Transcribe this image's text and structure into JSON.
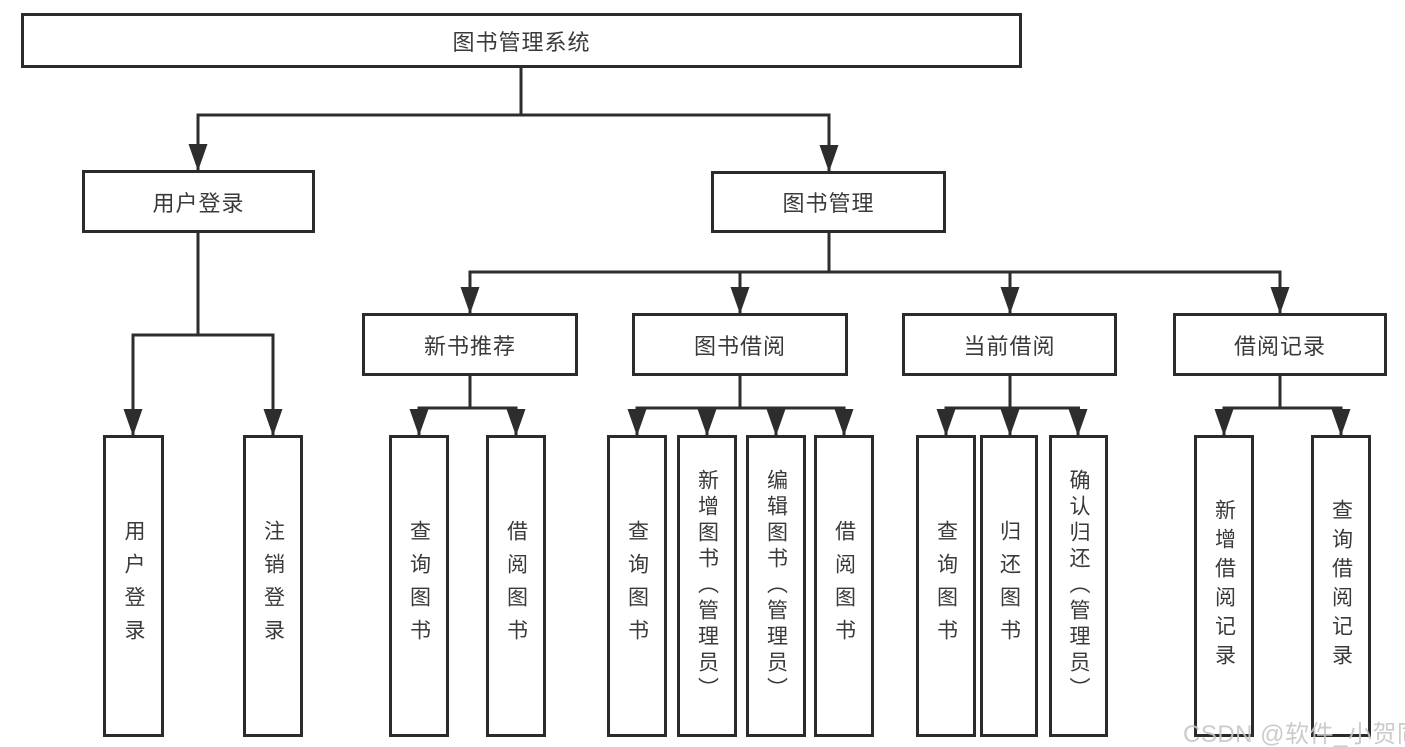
{
  "diagram": {
    "type": "hierarchy",
    "colors": {
      "line": "#2d2d2d",
      "box_border": "#2b2b2b",
      "text": "#3a3a3a",
      "background": "#ffffff",
      "watermark_text": "#c6c6c6"
    },
    "watermark": "CSDN @软件_小贺同学",
    "tree": {
      "label": "图书管理系统",
      "children": [
        {
          "label": "用户登录",
          "children": [
            {
              "label": "用户登录"
            },
            {
              "label": "注销登录"
            }
          ]
        },
        {
          "label": "图书管理",
          "children": [
            {
              "label": "新书推荐",
              "children": [
                {
                  "label": "查询图书"
                },
                {
                  "label": "借阅图书"
                }
              ]
            },
            {
              "label": "图书借阅",
              "children": [
                {
                  "label": "查询图书"
                },
                {
                  "label": "新增图书（管理员）"
                },
                {
                  "label": "编辑图书（管理员）"
                },
                {
                  "label": "借阅图书"
                }
              ]
            },
            {
              "label": "当前借阅",
              "children": [
                {
                  "label": "查询图书"
                },
                {
                  "label": "归还图书"
                },
                {
                  "label": "确认归还（管理员）"
                }
              ]
            },
            {
              "label": "借阅记录",
              "children": [
                {
                  "label": "新增借阅记录"
                },
                {
                  "label": "查询借阅记录"
                }
              ]
            }
          ]
        }
      ]
    }
  }
}
